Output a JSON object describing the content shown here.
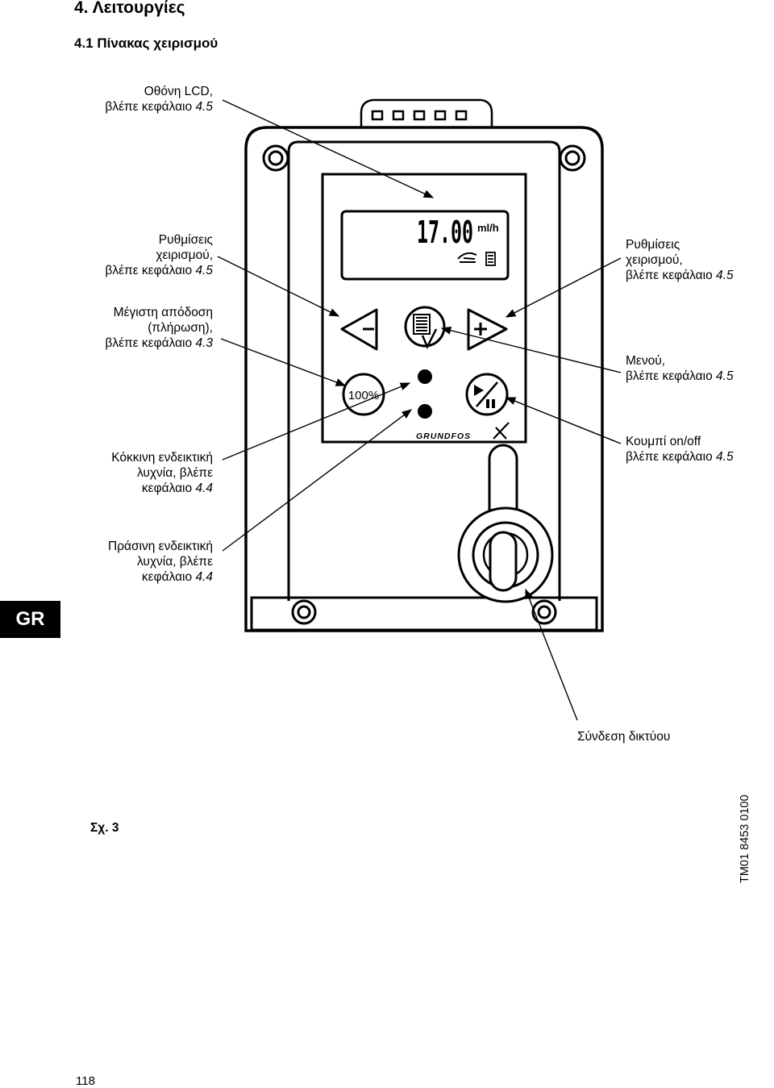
{
  "header": {
    "section_title": "4. Λειτουργίες",
    "subsection_title": "4.1 Πίνακας χειρισμού"
  },
  "callouts": {
    "lcd": {
      "l1": "Οθόνη LCD,",
      "l2_pre": "βλέπε κεφάλαιο ",
      "l2_ref": "4.5"
    },
    "settings_left": {
      "l1": "Ρυθμίσεις",
      "l2": "χειρισμού,",
      "l3_pre": "βλέπε κεφάλαιο ",
      "l3_ref": "4.5"
    },
    "max_output": {
      "l1": "Μέγιστη απόδοση",
      "l2": "(πλήρωση),",
      "l3_pre": "βλέπε κεφάλαιο ",
      "l3_ref": "4.3"
    },
    "red_led": {
      "l1": "Κόκκινη ενδεικτική",
      "l2": "λυχνία, βλέπε",
      "l3_pre": "κεφάλαιο ",
      "l3_ref": "4.4"
    },
    "green_led": {
      "l1": "Πράσινη ενδεικτική",
      "l2": "λυχνία, βλέπε",
      "l3_pre": "κεφάλαιο ",
      "l3_ref": "4.4"
    },
    "settings_right": {
      "l1": "Ρυθμίσεις",
      "l2": "χειρισμού,",
      "l3_pre": "βλέπε κεφάλαιο ",
      "l3_ref": "4.5"
    },
    "menu": {
      "l1": "Μενού,",
      "l2_pre": "βλέπε κεφάλαιο ",
      "l2_ref": "4.5"
    },
    "onoff": {
      "l1": "Κουμπί on/off",
      "l2_pre": "βλέπε κεφάλαιο ",
      "l2_ref": "4.5"
    },
    "mains": {
      "l1": "Σύνδεση δικτύου"
    }
  },
  "device": {
    "lcd_value": "17.00",
    "lcd_unit": "ml/h",
    "button_100": "100%",
    "brand": "GRUNDFOS",
    "minus_symbol": "−",
    "plus_symbol": "+"
  },
  "icons": {
    "minus": "triangle-left-minus-icon",
    "plus": "triangle-right-plus-icon",
    "menu": "menu-document-check-icon",
    "onoff": "play-pause-icon",
    "manual": "hand-icon",
    "battery": "list-icon"
  },
  "language_tab": "GR",
  "figure_caption": "Σχ. 3",
  "drawing_code": "TM01 8453 0100",
  "page_number": "118"
}
